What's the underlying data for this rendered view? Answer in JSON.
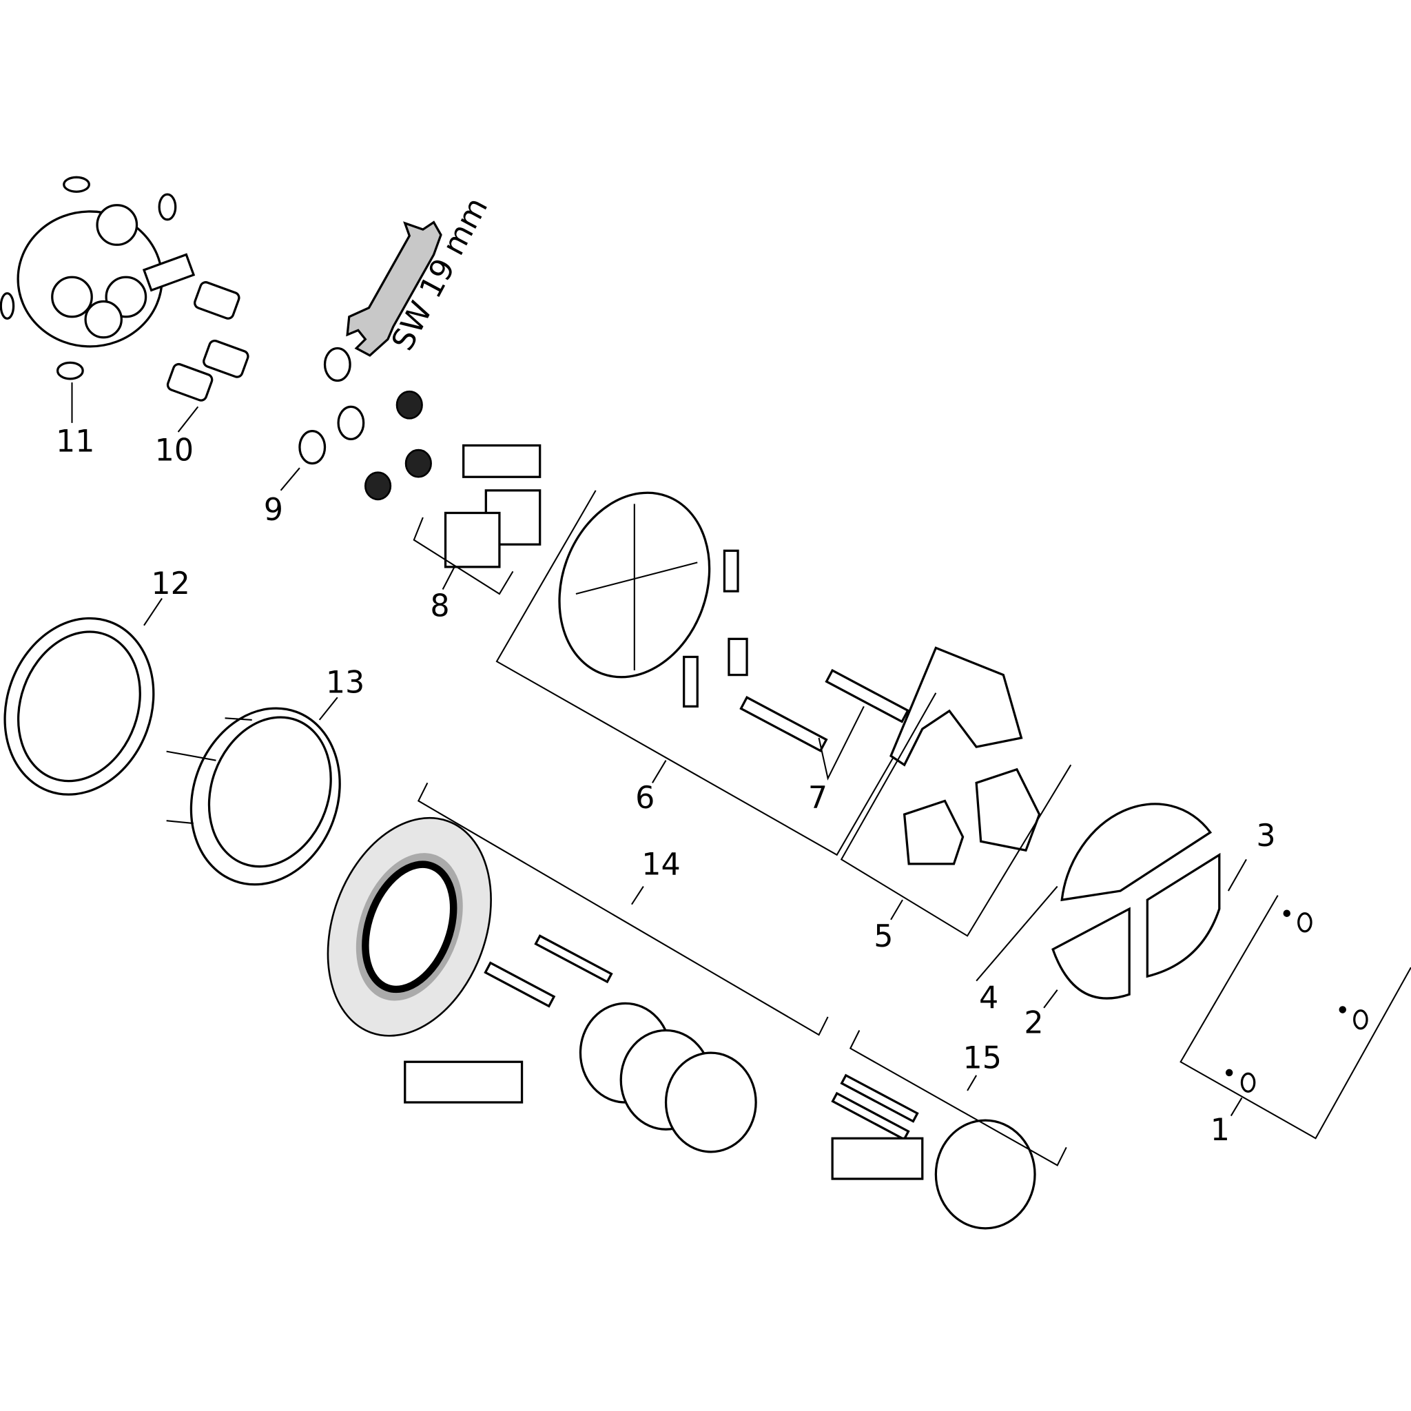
{
  "diagram": {
    "tool_label": "SW 19 mm",
    "part_numbers": [
      "1",
      "2",
      "3",
      "4",
      "5",
      "6",
      "7",
      "8",
      "9",
      "10",
      "11",
      "12",
      "13",
      "14",
      "15"
    ],
    "colors": {
      "line": "#000000",
      "fill_gray": "#c8c8c8",
      "background": "#ffffff"
    }
  }
}
